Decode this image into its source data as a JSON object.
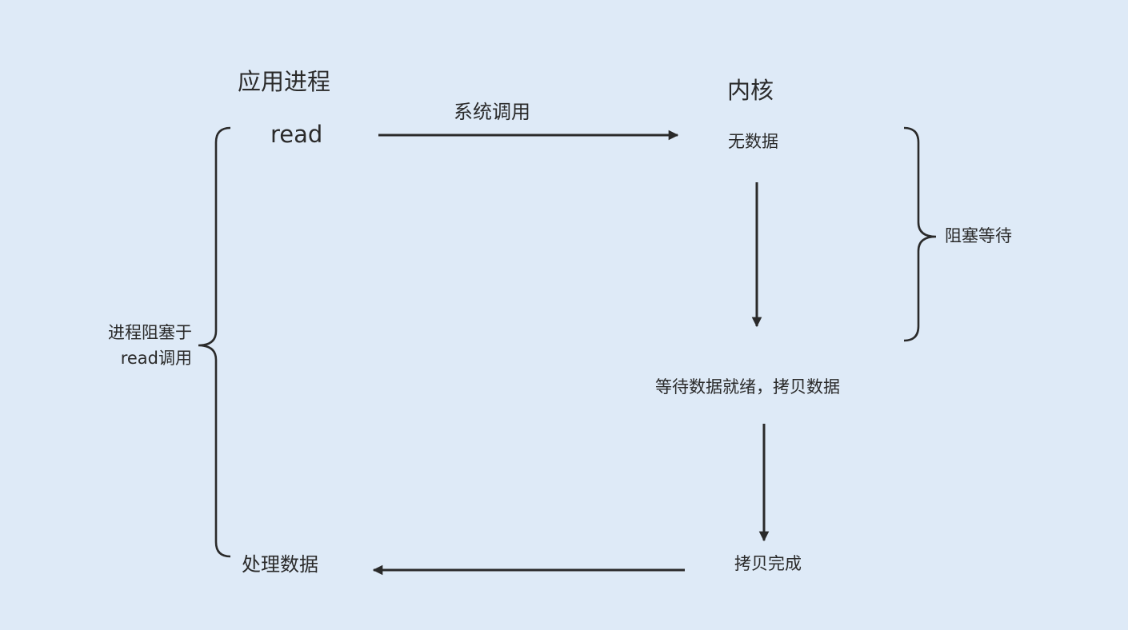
{
  "app_process": {
    "title": "应用进程",
    "read": "read",
    "process_data": "处理数据"
  },
  "kernel": {
    "title": "内核",
    "no_data": "无数据",
    "ready_copy": "等待数据就绪，拷贝数据",
    "copy_done": "拷贝完成"
  },
  "syscall_label": "系统调用",
  "blocking_wait_label": "阻塞等待",
  "process_blocked_label": {
    "line1": "进程阻塞于",
    "line2": "read调用"
  },
  "colors": {
    "background": "#deeaf7",
    "stroke": "#2a2a2a",
    "text": "#2a2a2a"
  }
}
